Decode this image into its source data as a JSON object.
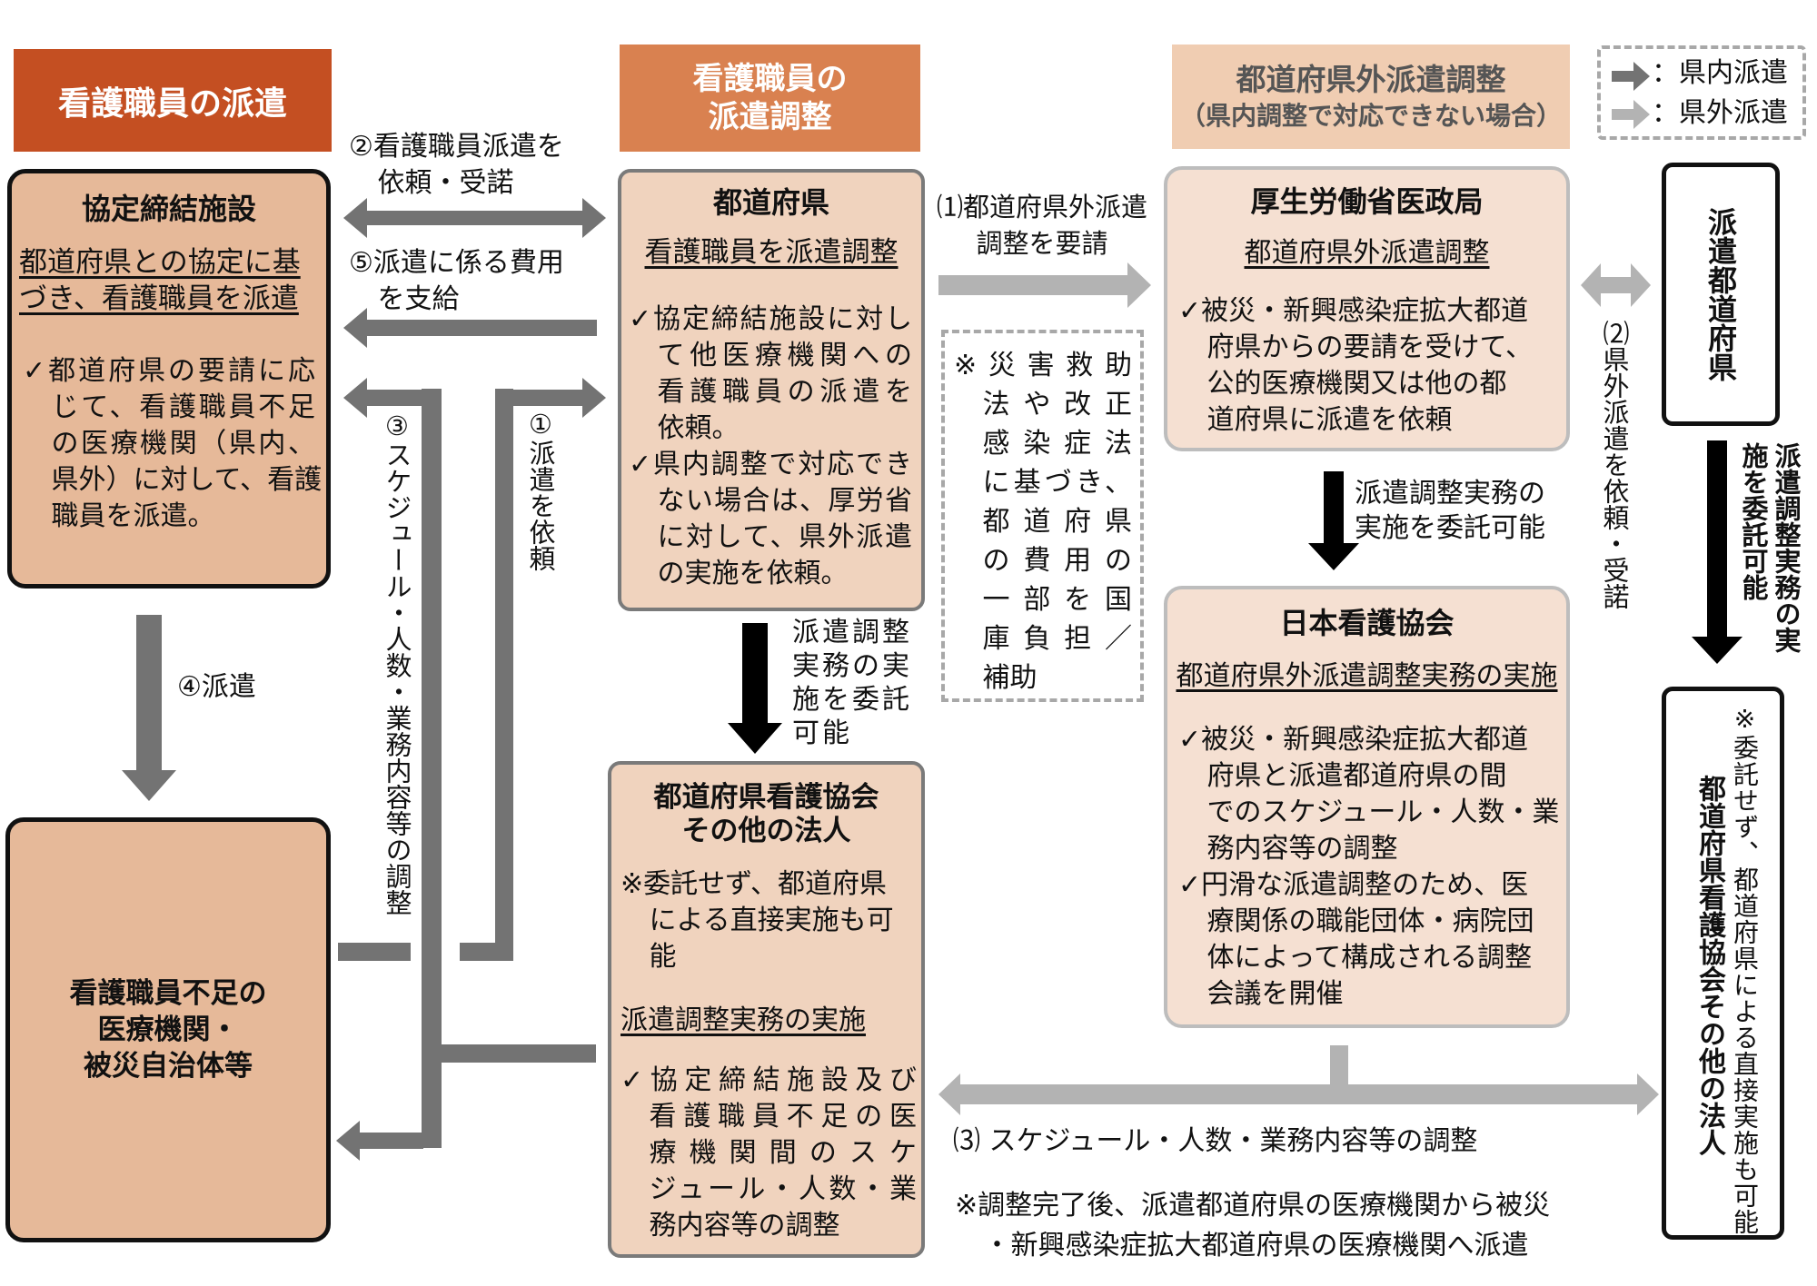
{
  "headers": {
    "left": "看護職員の派遣",
    "middle": [
      "看護職員の",
      "派遣調整"
    ],
    "right": [
      "都道府県外派遣調整",
      "（県内調整で対応できない場合）"
    ]
  },
  "legend": {
    "in_pref": "：県内派遣",
    "out_pref": "：県外派遣",
    "in_color": "#737373",
    "out_color": "#b3b3b3"
  },
  "box_agreement": {
    "title": "協定締結施設",
    "underline": [
      "都道府県との協定に基",
      "づき、看護職員を派遣"
    ],
    "bullets": [
      [
        "✓都道府県の要請に応",
        "じて、看護職員不足",
        "の医療機関（県内、",
        "県外）に対して、看護",
        "職員を派遣。"
      ]
    ]
  },
  "box_shortage": {
    "title": [
      "看護職員不足の",
      "医療機関・",
      "被災自治体等"
    ]
  },
  "box_prefecture": {
    "title": "都道府県",
    "underline": [
      "看護職員を派遣調整"
    ],
    "bullets": [
      [
        "✓協定締結施設に対し",
        "て他医療機関への",
        "看護職員の派遣を",
        "依頼。"
      ],
      [
        "✓県内調整で対応でき",
        "ない場合は、厚労省",
        "に対して、県外派遣",
        "の実施を依頼。"
      ]
    ]
  },
  "box_pref_nursing": {
    "title": [
      "都道府県看護協会",
      "その他の法人"
    ],
    "note": [
      [
        "※委託せず、都道府県",
        "による直接実施も可",
        "能"
      ]
    ],
    "underline": [
      "派遣調整実務の実施"
    ],
    "bullets": [
      [
        "✓協定締結施設及び",
        "看護職員不足の医",
        "療機関間のスケ",
        "ジュール・人数・業",
        "務内容等の調整"
      ]
    ]
  },
  "box_mhlw": {
    "title": "厚生労働省医政局",
    "underline": [
      "都道府県外派遣調整"
    ],
    "bullets": [
      [
        "✓被災・新興感染症拡大都道",
        "府県からの要請を受けて、",
        "公的医療機関又は他の都",
        "道府県に派遣を依頼"
      ]
    ]
  },
  "box_jna": {
    "title": "日本看護協会",
    "underline": [
      "都道府県外派遣調整実務の実施"
    ],
    "bullets": [
      [
        "✓被災・新興感染症拡大都道",
        "府県と派遣都道府県の間",
        "でのスケジュール・人数・業",
        "務内容等の調整"
      ],
      [
        "✓円滑な派遣調整のため、医",
        "療関係の職能団体・病院団",
        "体によって構成される調整",
        "会議を開催"
      ]
    ]
  },
  "note_box": {
    "lines": [
      [
        "※災害救助",
        "法や改正",
        "感染症法",
        "に基づき、",
        "都道府県",
        "の費用の",
        "一部を国",
        "庫負担／",
        "補助"
      ]
    ]
  },
  "box_dispatch_pref": {
    "title": "派遣都道府県"
  },
  "box_right_bottom": {
    "note": "※委託せず、都道府県による直接実施も可能",
    "title": "都道府県看護協会その他の法人"
  },
  "labels": {
    "step2": [
      "②看護職員派遣を",
      "依頼・受諾"
    ],
    "step5": [
      "⑤派遣に係る費用",
      "を支給"
    ],
    "step3": "③スケジュール・人数・業務内容等の調整",
    "step1": "①派遣を依頼",
    "step4": "④派遣",
    "delegate_mid": [
      "派遣調整",
      "実務の実",
      "施を委託",
      "可能"
    ],
    "req1": [
      "⑴都道府県外派遣",
      "調整を要請"
    ],
    "req2": "⑵県外派遣を依頼・受諾",
    "delegate_mhlw": [
      "派遣調整実務の",
      "実施を委託可能"
    ],
    "delegate_right": "派遣調整実務の実施を委託可能",
    "adj3": "⑶ スケジュール・人数・業務内容等の調整",
    "final_note": [
      "※調整完了後、派遣都道府県の医療機関から被災",
      "・新興感染症拡大都道府県の医療機関へ派遣"
    ]
  }
}
